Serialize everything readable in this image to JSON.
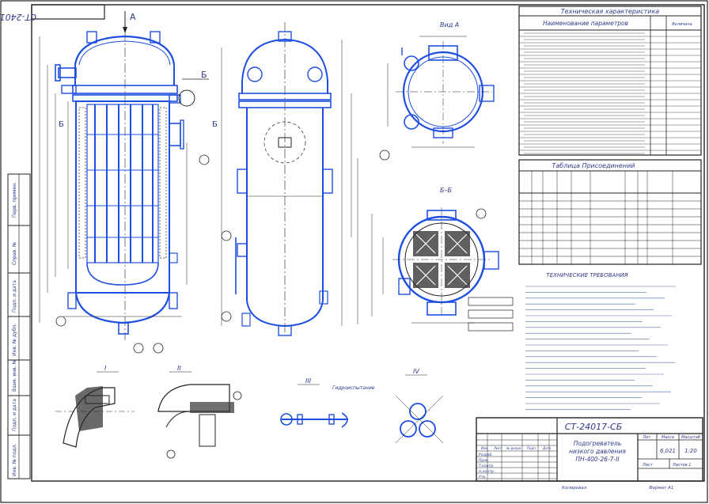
{
  "stamp_top": "СТ-24017-СБ",
  "view_a": "А",
  "label_b": "Б",
  "view_a_title": "Вид А",
  "section_bb": "Б–Б",
  "tech_char": {
    "title": "Техническая характеристика",
    "col_name": "Наименование параметров",
    "col_value": "Величина"
  },
  "nozzles": {
    "title": "Таблица Присоединений"
  },
  "tech_req": {
    "title": "ТЕХНИЧЕСКИЕ ТРЕБОВАНИЯ"
  },
  "detail_labels": [
    "I",
    "II",
    "III",
    "IV"
  ],
  "note_weld": "Гидроиспытание",
  "titleblock": {
    "code": "СТ-24017-СБ",
    "name_line1": "Подогреватель",
    "name_line2": "низкого давления",
    "name_line3": "ПН-400-26-7-II",
    "mass": "6,021",
    "scale": "1:20",
    "sheet_label": "Лист",
    "sheets_label": "Листов 1",
    "format": "Формат  А1",
    "copied": "Копировал",
    "roles": [
      "Разраб.",
      "Пров.",
      "Т.контр.",
      "",
      "Н.контр.",
      "Утв."
    ],
    "cols": [
      "Изм.",
      "Лист",
      "№ докум.",
      "Подп.",
      "Дата"
    ],
    "lit": "Лит.",
    "massa": "Масса",
    "masht": "Масштаб"
  },
  "side_strip": [
    "Перв. примен.",
    "Справ. №",
    "Подп. и дата",
    "Инв. № дубл.",
    "Взам. инв. №",
    "Подп. и дата",
    "Инв. № подл."
  ]
}
